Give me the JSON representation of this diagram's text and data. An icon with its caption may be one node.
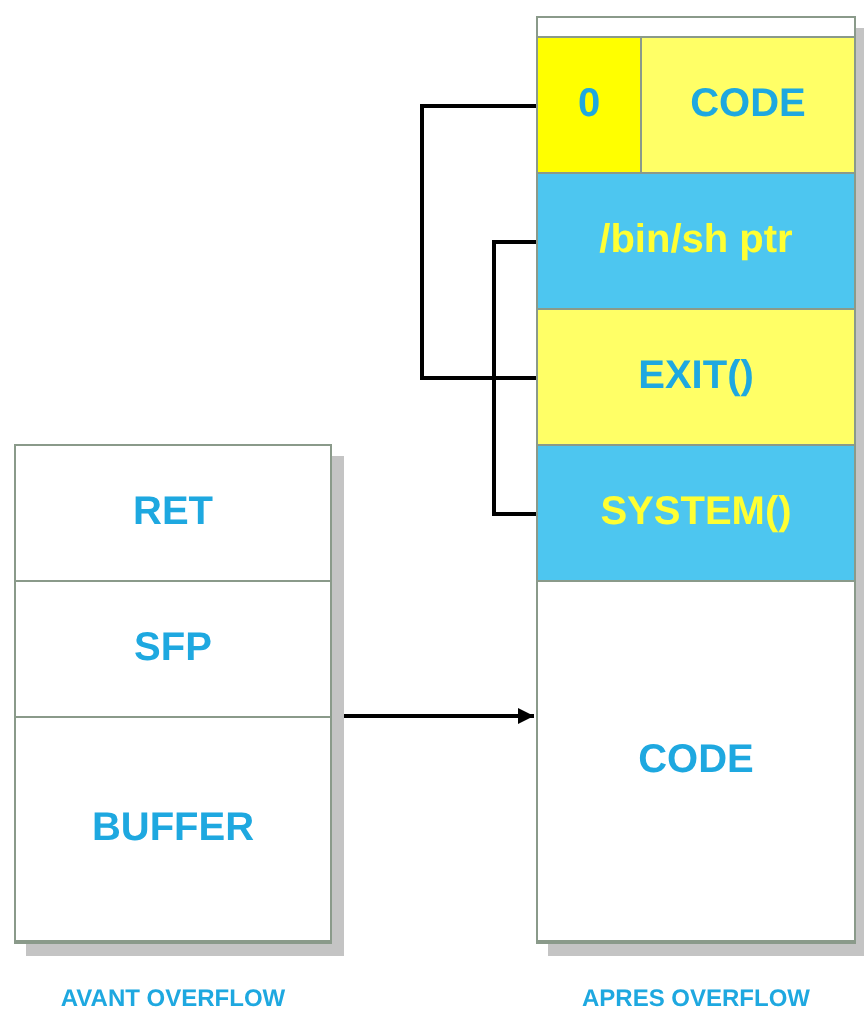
{
  "diagram": {
    "nodes": [
      {
        "text": [
          "AVANT OVERFLOW"
        ]
      },
      {
        "text": [
          "RET"
        ],
        "in": 0
      },
      {
        "text": [
          "SFP"
        ],
        "in": 0
      },
      {
        "text": [
          "BUFFER"
        ],
        "in": 0
      },
      {
        "text": [
          "APRES OVERFLOW"
        ]
      },
      {
        "text": [],
        "shape": "box",
        "in": 4
      },
      {
        "text": [
          "0"
        ],
        "in": 4
      },
      {
        "text": [
          "CODE"
        ],
        "in": 4
      },
      {
        "text": [
          "/bin/sh ptr"
        ],
        "in": 4
      },
      {
        "text": [
          "EXIT()"
        ],
        "in": 4
      },
      {
        "text": [
          "SYSTEM()"
        ],
        "in": 4
      },
      {
        "text": [
          "CODE"
        ],
        "in": 4
      }
    ],
    "edges": [
      {
        "from": 0,
        "to": 4,
        "arrow": "to"
      },
      {
        "from": 6,
        "to": 9,
        "arrow": "none"
      },
      {
        "from": 8,
        "to": 10,
        "arrow": "none"
      }
    ]
  }
}
